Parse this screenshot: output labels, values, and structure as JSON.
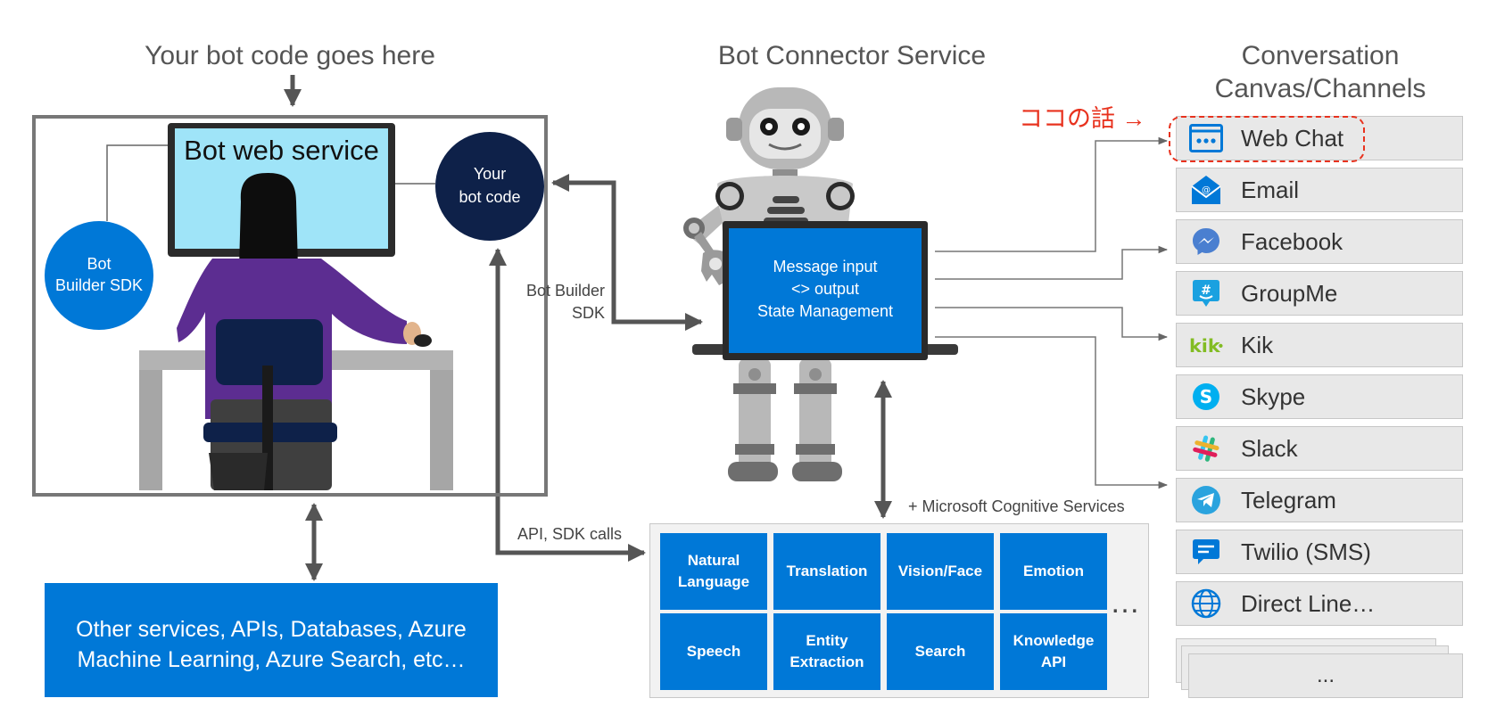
{
  "headings": {
    "bot_code": "Your bot code goes here",
    "connector": "Bot Connector Service",
    "channels_line1": "Conversation",
    "channels_line2": "Canvas/Channels"
  },
  "left_panel": {
    "monitor_label": "Bot web service",
    "sdk_circle_line1": "Bot",
    "sdk_circle_line2": "Builder SDK",
    "code_circle_line1": "Your",
    "code_circle_line2": "bot code"
  },
  "other_services": {
    "line1": "Other services, APIs, Databases, Azure",
    "line2": "Machine Learning, Azure Search, etc…"
  },
  "labels": {
    "bot_builder_sdk_line1": "Bot Builder",
    "bot_builder_sdk_line2": "SDK",
    "api_calls": "API, SDK calls",
    "cognitive": "+ Microsoft Cognitive Services",
    "ellipsis": "…"
  },
  "laptop_screen": {
    "line1": "Message input",
    "line2": "<> output",
    "line3": "State Management"
  },
  "cognitive_services": [
    {
      "line1": "Natural",
      "line2": "Language"
    },
    {
      "line1": "Translation",
      "line2": ""
    },
    {
      "line1": "Vision/Face",
      "line2": ""
    },
    {
      "line1": "Emotion",
      "line2": ""
    },
    {
      "line1": "Speech",
      "line2": ""
    },
    {
      "line1": "Entity",
      "line2": "Extraction"
    },
    {
      "line1": "Search",
      "line2": ""
    },
    {
      "line1": "Knowledge",
      "line2": "API"
    }
  ],
  "annotation": {
    "text": "ココの話 →",
    "color": "#e8321e"
  },
  "channels": [
    {
      "label": "Web Chat",
      "icon": "browser-dots-icon"
    },
    {
      "label": "Email",
      "icon": "envelope-icon"
    },
    {
      "label": "Facebook",
      "icon": "messenger-icon"
    },
    {
      "label": "GroupMe",
      "icon": "groupme-icon"
    },
    {
      "label": "Kik",
      "icon": "kik-icon"
    },
    {
      "label": "Skype",
      "icon": "skype-icon"
    },
    {
      "label": "Slack",
      "icon": "slack-icon"
    },
    {
      "label": "Telegram",
      "icon": "telegram-icon"
    },
    {
      "label": "Twilio (SMS)",
      "icon": "sms-bubble-icon"
    },
    {
      "label": "Direct Line…",
      "icon": "globe-icon"
    }
  ],
  "channels_more": "...",
  "colors": {
    "accent_blue": "#0078d7",
    "navy": "#0e2149",
    "purple": "#5c2d91",
    "gray_text": "#555555"
  }
}
